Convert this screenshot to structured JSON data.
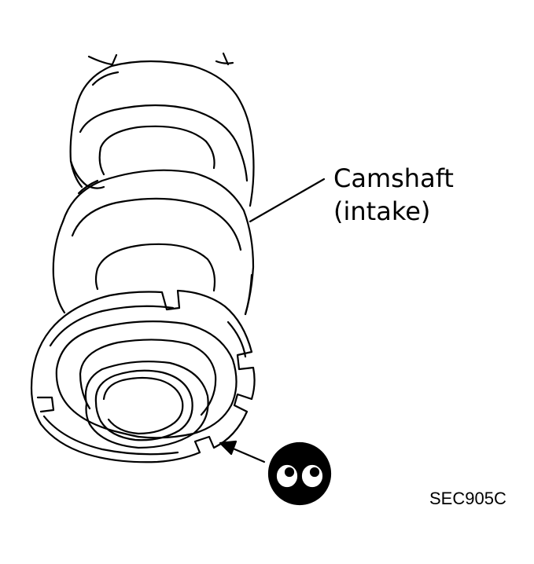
{
  "label": {
    "line1": "Camshaft",
    "line2": "(intake)"
  },
  "figure_code": "SEC905C",
  "icon": "eyes-look-icon",
  "colors": {
    "ink": "#000000",
    "paper": "#ffffff"
  }
}
